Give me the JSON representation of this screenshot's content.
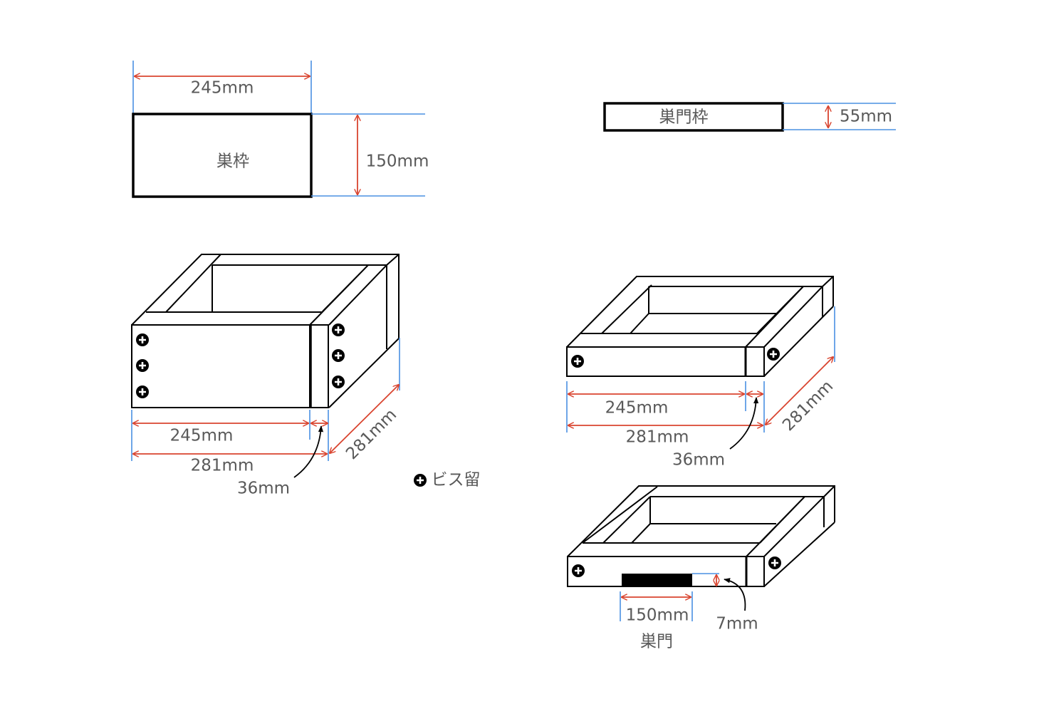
{
  "colors": {
    "dimension": "#d9442f",
    "extension": "#4a90e2",
    "text": "#595959"
  },
  "nest_frame": {
    "name": "巣枠",
    "width": "245mm",
    "height": "150mm"
  },
  "entrance_frame": {
    "name": "巣門枠",
    "height": "55mm"
  },
  "box_assembled": {
    "inner_width": "245mm",
    "outer_width": "281mm",
    "depth": "281mm",
    "board_thickness": "36mm"
  },
  "entrance_assembled": {
    "inner_width": "245mm",
    "outer_width": "281mm",
    "depth": "281mm",
    "board_thickness": "36mm"
  },
  "entrance_cutout": {
    "width": "150mm",
    "height": "7mm",
    "name": "巣門"
  },
  "legend": {
    "icon": "screw-icon",
    "label": "ビス留"
  }
}
